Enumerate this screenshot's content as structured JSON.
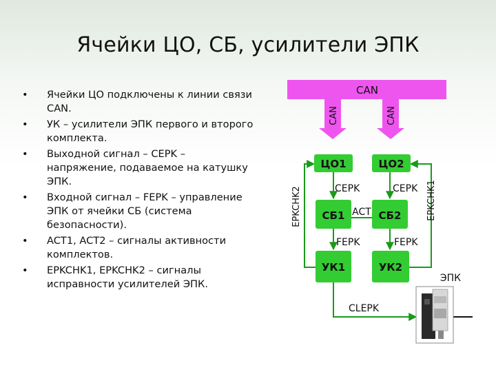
{
  "title": "Ячейки ЦО, СБ, усилители ЭПК",
  "bullets": [
    "Ячейки ЦО подключены к линии связи CAN.",
    "УК – усилители ЭПК первого и второго комплекта.",
    "Выходной сигнал – CEPK – напряжение, подаваемое на катушку ЭПК.",
    "Входной сигнал – FEPK – управление ЭПК от ячейки СБ (система безопасности).",
    "ACT1, ACT2 – сигналы активности комплектов.",
    "EPKCHK1, EPKCHK2 – сигналы исправности усилителей ЭПК."
  ],
  "diagram": {
    "can_bus": "CAN",
    "can_link_1": "CAN",
    "can_link_2": "CAN",
    "co1": "ЦО1",
    "co2": "ЦО2",
    "sb1": "СБ1",
    "sb2": "СБ2",
    "uk1": "УК1",
    "uk2": "УК2",
    "cepk_1": "CEPK",
    "cepk_2": "CEPK",
    "act": "ACT",
    "fepk_1": "FEPK",
    "fepk_2": "FEPK",
    "clepk": "CLEPK",
    "epkchk1": "EPKCHK1",
    "epkchk2": "EPKCHK2",
    "epk": "ЭПК",
    "colors": {
      "bus": "#ee55ee",
      "box": "#33cc33",
      "line": "#1a9a1a",
      "device": "#cfcfcf"
    }
  }
}
